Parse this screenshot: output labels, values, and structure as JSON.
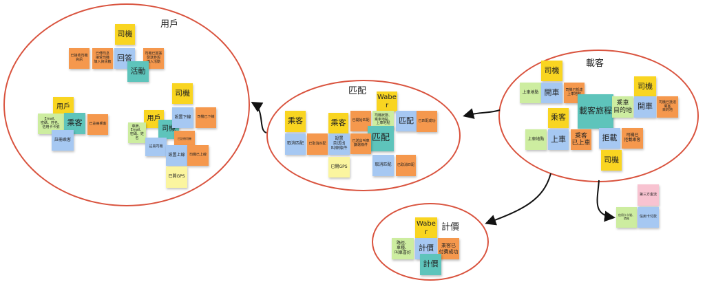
{
  "colors": {
    "yellow": "#f9d521",
    "orange": "#f5984d",
    "blue": "#a6c8f2",
    "green": "#cdeda0",
    "teal": "#5ec4bb",
    "lightyellow": "#fbf59f",
    "pink": "#f8c3d1",
    "ellipse": "#d9533e"
  },
  "clusters": [
    {
      "id": "user",
      "title": "用戶"
    },
    {
      "id": "match",
      "title": "匹配"
    },
    {
      "id": "carry",
      "title": "載客"
    },
    {
      "id": "price",
      "title": "計價"
    }
  ],
  "notes": [
    {
      "text": "司機",
      "color": "yellow"
    },
    {
      "text": "已接收司機資訊",
      "color": "orange"
    },
    {
      "text": "已傳司息\n接受司機\n填入資訊籤",
      "color": "orange"
    },
    {
      "text": "回答",
      "color": "blue"
    },
    {
      "text": "司機已回答\n發送參與\n填入活動",
      "color": "orange"
    },
    {
      "text": "活動",
      "color": "teal"
    },
    {
      "text": "司機",
      "color": "yellow"
    },
    {
      "text": "用戶",
      "color": "yellow"
    },
    {
      "text": "Email、\n密碼、姓名、\n信用卡卡號",
      "color": "green"
    },
    {
      "text": "乘客",
      "color": "teal"
    },
    {
      "text": "已註冊乘客",
      "color": "orange"
    },
    {
      "text": "註冊乘客",
      "color": "blue"
    },
    {
      "text": "用戶",
      "color": "yellow"
    },
    {
      "text": "車牌、\nEmail、\n密碼、姓名",
      "color": "green"
    },
    {
      "text": "司機",
      "color": "teal"
    },
    {
      "text": "註冊司機",
      "color": "blue"
    },
    {
      "text": "設置下線",
      "color": "blue"
    },
    {
      "text": "司機已下線",
      "color": "orange"
    },
    {
      "text": "已註冊司機",
      "color": "orange"
    },
    {
      "text": "設置上線",
      "color": "blue"
    },
    {
      "text": "司機已上線",
      "color": "orange"
    },
    {
      "text": "已開GPS",
      "color": "lightyellow"
    },
    {
      "text": "Waber",
      "color": "yellow"
    },
    {
      "text": "乘客",
      "color": "yellow"
    },
    {
      "text": "乘客",
      "color": "yellow"
    },
    {
      "text": "已開始匹配",
      "color": "orange"
    },
    {
      "text": "司機狀態、\n乘車地點、\n上車地點",
      "color": "green"
    },
    {
      "text": "匹配",
      "color": "blue"
    },
    {
      "text": "已匹配成功",
      "color": "orange"
    },
    {
      "text": "取消匹配",
      "color": "blue"
    },
    {
      "text": "已取消匹配",
      "color": "orange"
    },
    {
      "text": "設置\n且送出\n叫車條件",
      "color": "blue"
    },
    {
      "text": "匹配",
      "color": "teal"
    },
    {
      "text": "已送出叫車\n篩選條件",
      "color": "orange"
    },
    {
      "text": "已開GPS",
      "color": "lightyellow"
    },
    {
      "text": "取消匹配",
      "color": "blue"
    },
    {
      "text": "已取消匹配",
      "color": "orange"
    },
    {
      "text": "司機",
      "color": "yellow"
    },
    {
      "text": "司機",
      "color": "yellow"
    },
    {
      "text": "上車地點",
      "color": "green"
    },
    {
      "text": "開車",
      "color": "blue"
    },
    {
      "text": "司機已抵達\n上車地點",
      "color": "orange"
    },
    {
      "text": "載客旅程",
      "color": "teal"
    },
    {
      "text": "乘車\n目的地",
      "color": "green"
    },
    {
      "text": "開車",
      "color": "blue"
    },
    {
      "text": "司機已抵達\n乘客\n目的地",
      "color": "orange"
    },
    {
      "text": "乘客",
      "color": "yellow"
    },
    {
      "text": "上車地點",
      "color": "green"
    },
    {
      "text": "上車",
      "color": "blue"
    },
    {
      "text": "乘客\n已上車",
      "color": "orange"
    },
    {
      "text": "拒載",
      "color": "blue"
    },
    {
      "text": "司機已\n拒載乘客",
      "color": "orange"
    },
    {
      "text": "司機",
      "color": "yellow"
    },
    {
      "text": "第三方金流",
      "color": "pink"
    },
    {
      "text": "信用卡卡號、\n價格",
      "color": "green"
    },
    {
      "text": "信用卡付款",
      "color": "blue"
    },
    {
      "text": "Waber",
      "color": "yellow"
    },
    {
      "text": "路徑、\n車種、\n叫車喜好",
      "color": "green"
    },
    {
      "text": "計價",
      "color": "blue"
    },
    {
      "text": "乘客已\n付費成功",
      "color": "orange"
    },
    {
      "text": "計價",
      "color": "teal"
    }
  ]
}
